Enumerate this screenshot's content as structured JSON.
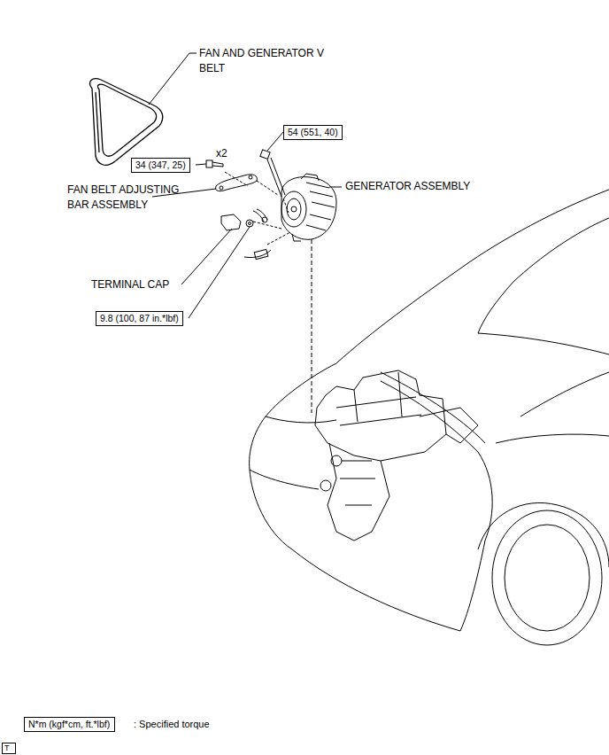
{
  "diagram": {
    "nodes": [
      {
        "text": [
          "54 (551, 40)"
        ]
      },
      {
        "text": [
          "34 (347, 25)"
        ]
      },
      {
        "text": [
          "9.8 (100, 87 in.*lbf)"
        ]
      },
      {
        "text": [
          "N*m (kgf*cm, ft.*lbf)"
        ]
      },
      {
        "text": [
          "T"
        ]
      }
    ],
    "labels": [
      "FAN AND GENERATOR V BELT",
      "x2",
      "GENERATOR ASSEMBLY",
      "FAN BELT ADJUSTING BAR ASSEMBLY",
      "TERMINAL CAP",
      ": Specified torque"
    ]
  }
}
